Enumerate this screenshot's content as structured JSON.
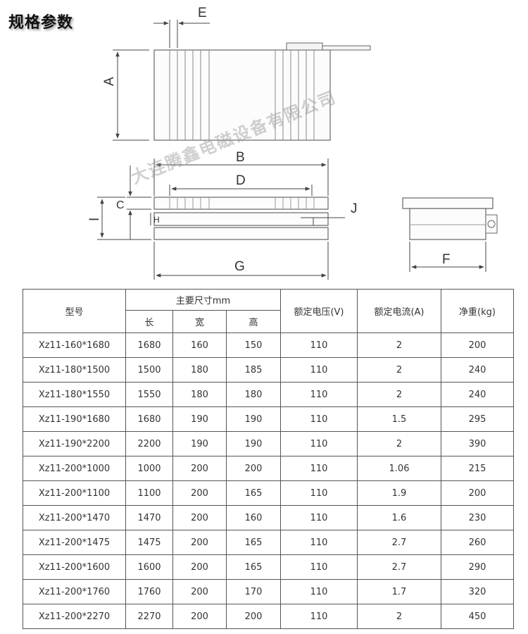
{
  "heading": "规格参数",
  "watermark": "大连腾鑫电磁设备有限公司",
  "diagram_labels": {
    "A": "A",
    "B": "B",
    "C": "C",
    "D": "D",
    "E": "E",
    "F": "F",
    "G": "G",
    "H": "H",
    "I": "I",
    "J": "J"
  },
  "table": {
    "headers": {
      "model": "型号",
      "dimensions": "主要尺寸mm",
      "length": "长",
      "width": "宽",
      "height": "高",
      "voltage": "额定电压(V)",
      "current": "额定电流(A)",
      "weight": "净重(kg)"
    },
    "rows": [
      [
        "Xz11-160*1680",
        "1680",
        "160",
        "150",
        "110",
        "2",
        "200"
      ],
      [
        "Xz11-180*1500",
        "1500",
        "180",
        "185",
        "110",
        "2",
        "240"
      ],
      [
        "Xz11-180*1550",
        "1550",
        "180",
        "180",
        "110",
        "2",
        "240"
      ],
      [
        "Xz11-190*1680",
        "1680",
        "190",
        "190",
        "110",
        "1.5",
        "295"
      ],
      [
        "Xz11-190*2200",
        "2200",
        "190",
        "190",
        "110",
        "2",
        "390"
      ],
      [
        "Xz11-200*1000",
        "1000",
        "200",
        "200",
        "110",
        "1.06",
        "215"
      ],
      [
        "Xz11-200*1100",
        "1100",
        "200",
        "165",
        "110",
        "1.9",
        "200"
      ],
      [
        "Xz11-200*1470",
        "1470",
        "200",
        "160",
        "110",
        "1.6",
        "230"
      ],
      [
        "Xz11-200*1475",
        "1475",
        "200",
        "165",
        "110",
        "2.7",
        "260"
      ],
      [
        "Xz11-200*1600",
        "1600",
        "200",
        "165",
        "110",
        "2.7",
        "290"
      ],
      [
        "Xz11-200*1760",
        "1760",
        "200",
        "170",
        "110",
        "1.7",
        "320"
      ],
      [
        "Xz11-200*2270",
        "2270",
        "200",
        "200",
        "110",
        "2",
        "450"
      ]
    ]
  }
}
